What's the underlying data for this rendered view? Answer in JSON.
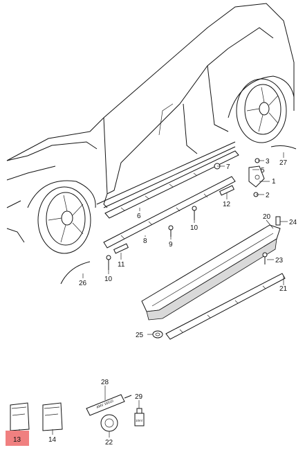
{
  "callouts": {
    "c1": "1",
    "c2": "2",
    "c3": "3",
    "c5": "5",
    "c6": "6",
    "c7": "7",
    "c8": "8",
    "c9": "9",
    "c10a": "10",
    "c10b": "10",
    "c11": "11",
    "c12": "12",
    "c13": "13",
    "c14": "14",
    "c20": "20",
    "c21": "21",
    "c22": "22",
    "c23": "23",
    "c24": "24",
    "c25": "25",
    "c26": "26",
    "c27": "27",
    "c28": "28",
    "c29": "29"
  },
  "tube_label": "AMV 16510",
  "bottle_label": "10ml",
  "colors": {
    "line": "#111111",
    "highlight": "#f08080",
    "shade": "#d9d9d9"
  }
}
